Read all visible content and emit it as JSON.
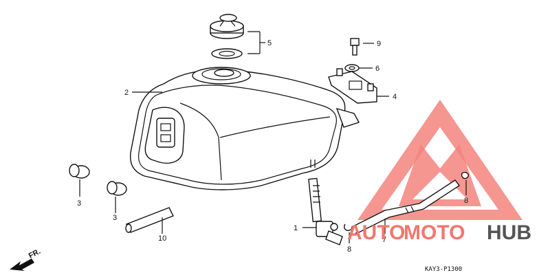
{
  "callouts": {
    "c1": "1",
    "c2": "2",
    "c3a": "3",
    "c3b": "3",
    "c4": "4",
    "c5": "5",
    "c6": "6",
    "c7": "7",
    "c8a": "8",
    "c8b": "8",
    "c9": "9",
    "c10": "10"
  },
  "front_marker": "FR.",
  "diagram_code": "KAY3-P1300",
  "watermark": {
    "auto": "AUTO",
    "moto": "MOTO",
    "hub": "HUB",
    "color_red": "#f2776f",
    "color_gray": "#555555"
  }
}
